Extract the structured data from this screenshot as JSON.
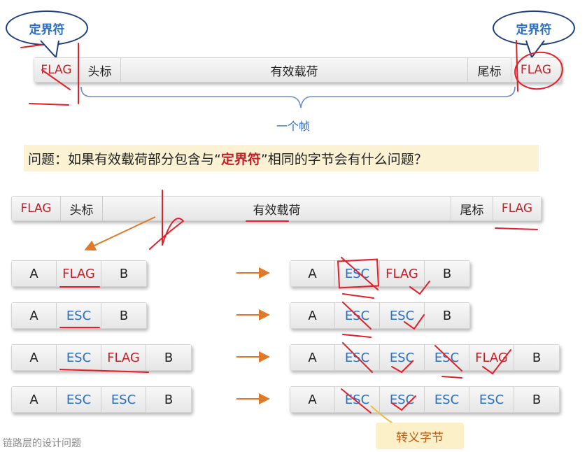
{
  "top_frame": {
    "bubble_left": "定界符",
    "bubble_right": "定界符",
    "cells": [
      "FLAG",
      "头标",
      "有效载荷",
      "尾标",
      "FLAG"
    ],
    "brace_label": "一个帧"
  },
  "question": {
    "prefix": "问题：如果有效载荷部分包含与“",
    "highlight": "定界符",
    "suffix": "”相同的字节会有什么问题？"
  },
  "mid_frame": {
    "cells": [
      "FLAG",
      "头标",
      "有效载荷",
      "尾标",
      "FLAG"
    ]
  },
  "rows": [
    {
      "before": [
        "A",
        "FLAG",
        "B"
      ],
      "after": [
        "A",
        "ESC",
        "FLAG",
        "B"
      ]
    },
    {
      "before": [
        "A",
        "ESC",
        "B"
      ],
      "after": [
        "A",
        "ESC",
        "ESC",
        "B"
      ]
    },
    {
      "before": [
        "A",
        "ESC",
        "FLAG",
        "B"
      ],
      "after": [
        "A",
        "ESC",
        "ESC",
        "ESC",
        "FLAG",
        "B"
      ]
    },
    {
      "before": [
        "A",
        "ESC",
        "ESC",
        "B"
      ],
      "after": [
        "A",
        "ESC",
        "ESC",
        "ESC",
        "ESC",
        "B"
      ]
    }
  ],
  "callout": "转义字节",
  "footer": "链路层的设计问题",
  "colors": {
    "flag": "#c0222a",
    "esc": "#2a6fc0",
    "annotation": "#e0202a",
    "arrow": "#e07a2a"
  }
}
